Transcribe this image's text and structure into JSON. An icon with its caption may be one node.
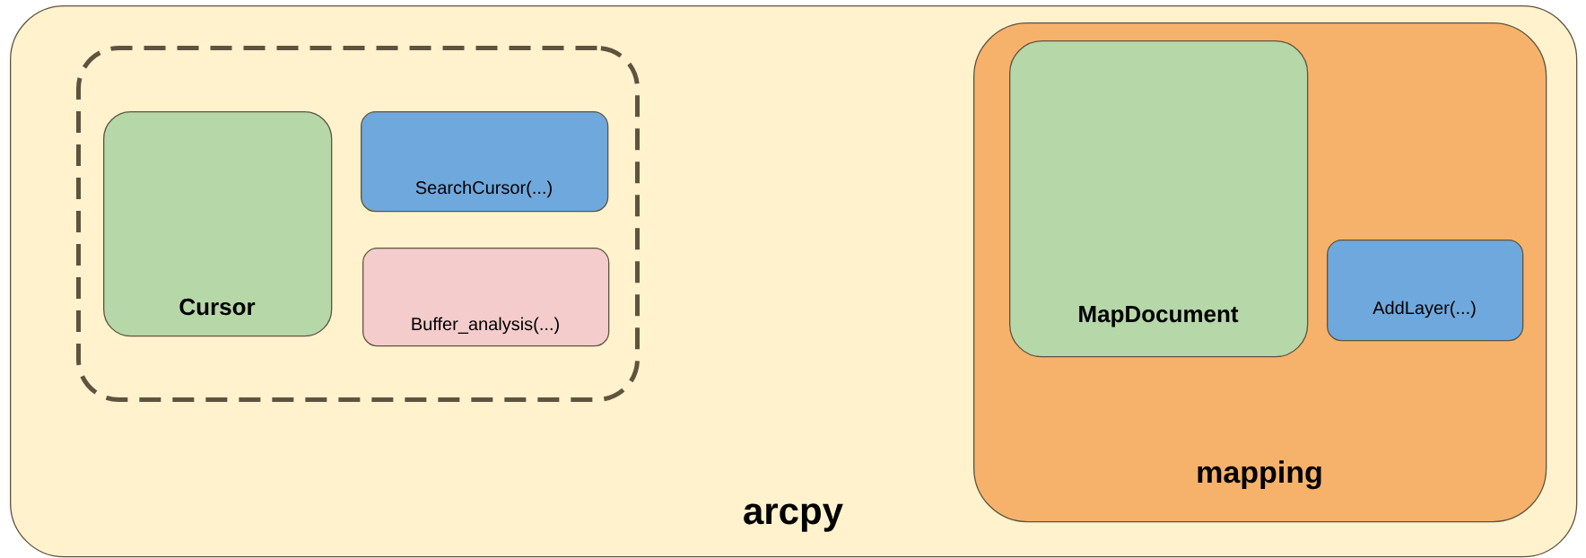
{
  "diagram": {
    "nodes": [
      {
        "text": [
          "arcpy"
        ]
      },
      {
        "text": [],
        "shape": "box",
        "in": 0
      },
      {
        "text": [
          "Cursor"
        ],
        "in": 1
      },
      {
        "text": [
          "SearchCursor(...)"
        ],
        "in": 1
      },
      {
        "text": [
          "Buffer_analysis(...)"
        ],
        "in": 1
      },
      {
        "text": [
          "mapping"
        ],
        "in": 0
      },
      {
        "text": [
          "MapDocument"
        ],
        "in": 5
      },
      {
        "text": [
          "AddLayer(...)"
        ],
        "in": 5
      }
    ]
  }
}
